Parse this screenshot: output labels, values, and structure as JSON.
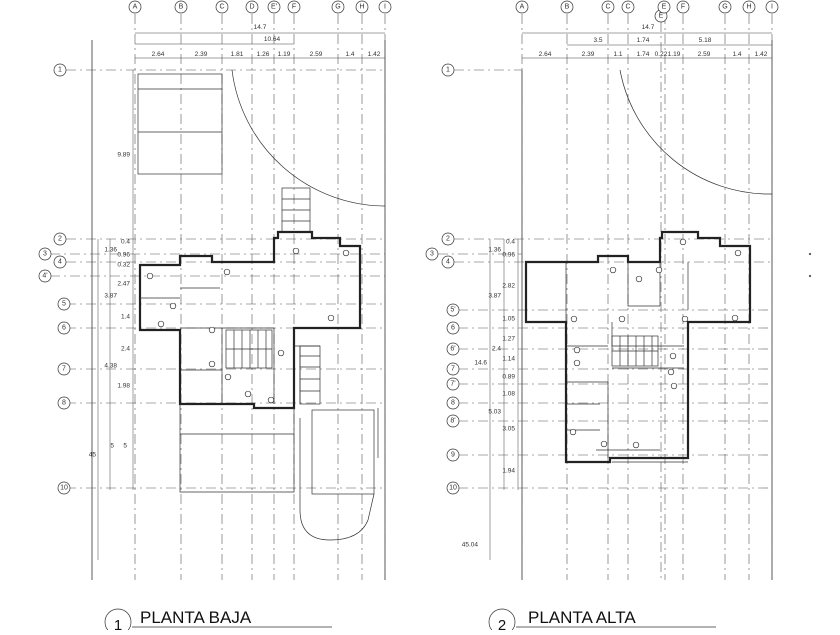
{
  "plans": [
    {
      "id": "baja",
      "title": "PLANTA BAJA",
      "number": "1",
      "col_labels": [
        "A",
        "B",
        "C",
        "D",
        "E'",
        "F",
        "G",
        "H",
        "I"
      ],
      "row_labels": [
        "1",
        "2",
        "3",
        "4",
        "4'",
        "5",
        "6",
        "7",
        "8",
        "10"
      ],
      "top_dims": {
        "total": "14.7",
        "sub": "10.64",
        "segments": [
          "2.64",
          "2.39",
          "1.81",
          "1.26",
          "1.19",
          "2.59",
          "1.4",
          "1.42"
        ]
      },
      "left_dims": [
        "9.89",
        "0.4",
        "1.36",
        "0.96",
        "0.32",
        "2.47",
        "3.87",
        "1.4",
        "2.4",
        "4.38",
        "1.98",
        "45",
        "5",
        "5"
      ]
    },
    {
      "id": "alta",
      "title": "PLANTA ALTA",
      "number": "2",
      "col_labels": [
        "A",
        "B",
        "C",
        "C",
        "E",
        "E",
        "F",
        "G",
        "H",
        "I"
      ],
      "row_labels": [
        "1",
        "2",
        "3",
        "4",
        "5'",
        "6",
        "6'",
        "7",
        "7'",
        "8",
        "8'",
        "9",
        "10"
      ],
      "top_dims": {
        "total": "14.7",
        "sub": [
          "3.5",
          "1.74",
          "5.18"
        ],
        "segments": [
          "2.64",
          "2.39",
          "1.1",
          "1.74",
          "0.22",
          "1.19",
          "2.59",
          "1.4",
          "1.42"
        ]
      },
      "left_dims": [
        "0.4",
        "1.36",
        "0.96",
        "2.82",
        "3.87",
        "1.05",
        "1.27",
        "2.4",
        "14.6",
        "1.14",
        "0.89",
        "1.08",
        "5.03",
        "3.05",
        "1.94",
        "45.04"
      ]
    }
  ]
}
